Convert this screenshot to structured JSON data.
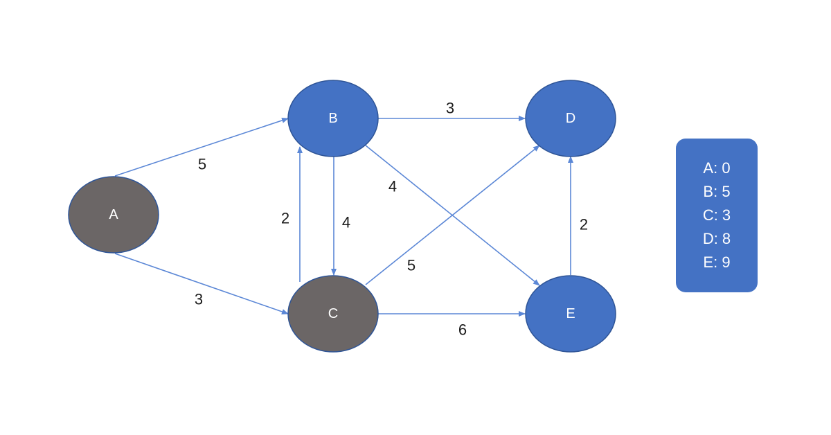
{
  "colors": {
    "visited_node": "#6b6666",
    "unvisited_node": "#4472c4",
    "node_stroke": "#2f5597",
    "edge": "#5b87d6",
    "panel": "#4472c4"
  },
  "nodes": [
    {
      "id": "A",
      "label": "A",
      "state": "visited"
    },
    {
      "id": "B",
      "label": "B",
      "state": "unvisited"
    },
    {
      "id": "C",
      "label": "C",
      "state": "visited"
    },
    {
      "id": "D",
      "label": "D",
      "state": "unvisited"
    },
    {
      "id": "E",
      "label": "E",
      "state": "unvisited"
    }
  ],
  "edges": [
    {
      "from": "A",
      "to": "B",
      "weight": "5"
    },
    {
      "from": "A",
      "to": "C",
      "weight": "3"
    },
    {
      "from": "B",
      "to": "D",
      "weight": "3"
    },
    {
      "from": "B",
      "to": "C",
      "weight": "4"
    },
    {
      "from": "C",
      "to": "B",
      "weight": "2"
    },
    {
      "from": "B",
      "to": "E",
      "weight": "4"
    },
    {
      "from": "C",
      "to": "D",
      "weight": "5"
    },
    {
      "from": "C",
      "to": "E",
      "weight": "6"
    },
    {
      "from": "E",
      "to": "D",
      "weight": "2"
    }
  ],
  "distances": [
    {
      "text": "A: 0"
    },
    {
      "text": "B: 5"
    },
    {
      "text": "C: 3"
    },
    {
      "text": "D: 8"
    },
    {
      "text": "E: 9"
    }
  ]
}
